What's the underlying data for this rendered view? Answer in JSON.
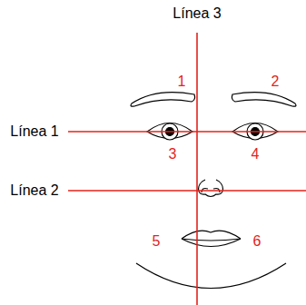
{
  "diagram": {
    "labels": [
      "Línea 3",
      "1",
      "2",
      "Línea 1",
      "3",
      "4",
      "Línea 2",
      "5",
      "6"
    ]
  }
}
